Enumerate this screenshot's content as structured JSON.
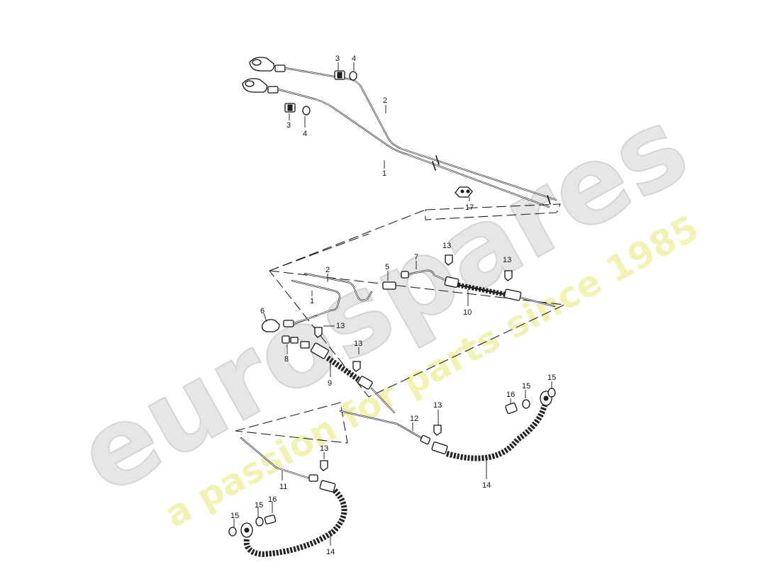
{
  "watermark": {
    "brand": "eurospares",
    "tagline": "a passion for parts since 1985",
    "brand_color": "#d9d9d9",
    "tagline_color": "#eeeea0"
  },
  "callouts": [
    {
      "id": "c1",
      "label": "1"
    },
    {
      "id": "c2",
      "label": "2"
    },
    {
      "id": "c3a",
      "label": "3"
    },
    {
      "id": "c4a",
      "label": "4"
    },
    {
      "id": "c3b",
      "label": "3"
    },
    {
      "id": "c4b",
      "label": "4"
    },
    {
      "id": "c17",
      "label": "17"
    },
    {
      "id": "c13a",
      "label": "13"
    },
    {
      "id": "c13b",
      "label": "13"
    },
    {
      "id": "c7",
      "label": "7"
    },
    {
      "id": "c5",
      "label": "5"
    },
    {
      "id": "c2b",
      "label": "2"
    },
    {
      "id": "c1b",
      "label": "1"
    },
    {
      "id": "c10",
      "label": "10"
    },
    {
      "id": "c6",
      "label": "6"
    },
    {
      "id": "c13c",
      "label": "13"
    },
    {
      "id": "c13d",
      "label": "13"
    },
    {
      "id": "c8",
      "label": "8"
    },
    {
      "id": "c9",
      "label": "9"
    },
    {
      "id": "c16a",
      "label": "16"
    },
    {
      "id": "c15a",
      "label": "15"
    },
    {
      "id": "c15b",
      "label": "15"
    },
    {
      "id": "c13e",
      "label": "13"
    },
    {
      "id": "c12",
      "label": "12"
    },
    {
      "id": "c14a",
      "label": "14"
    },
    {
      "id": "c13f",
      "label": "13"
    },
    {
      "id": "c11",
      "label": "11"
    },
    {
      "id": "c15c",
      "label": "15"
    },
    {
      "id": "c16b",
      "label": "16"
    },
    {
      "id": "c15d",
      "label": "15"
    },
    {
      "id": "c14b",
      "label": "14"
    }
  ]
}
